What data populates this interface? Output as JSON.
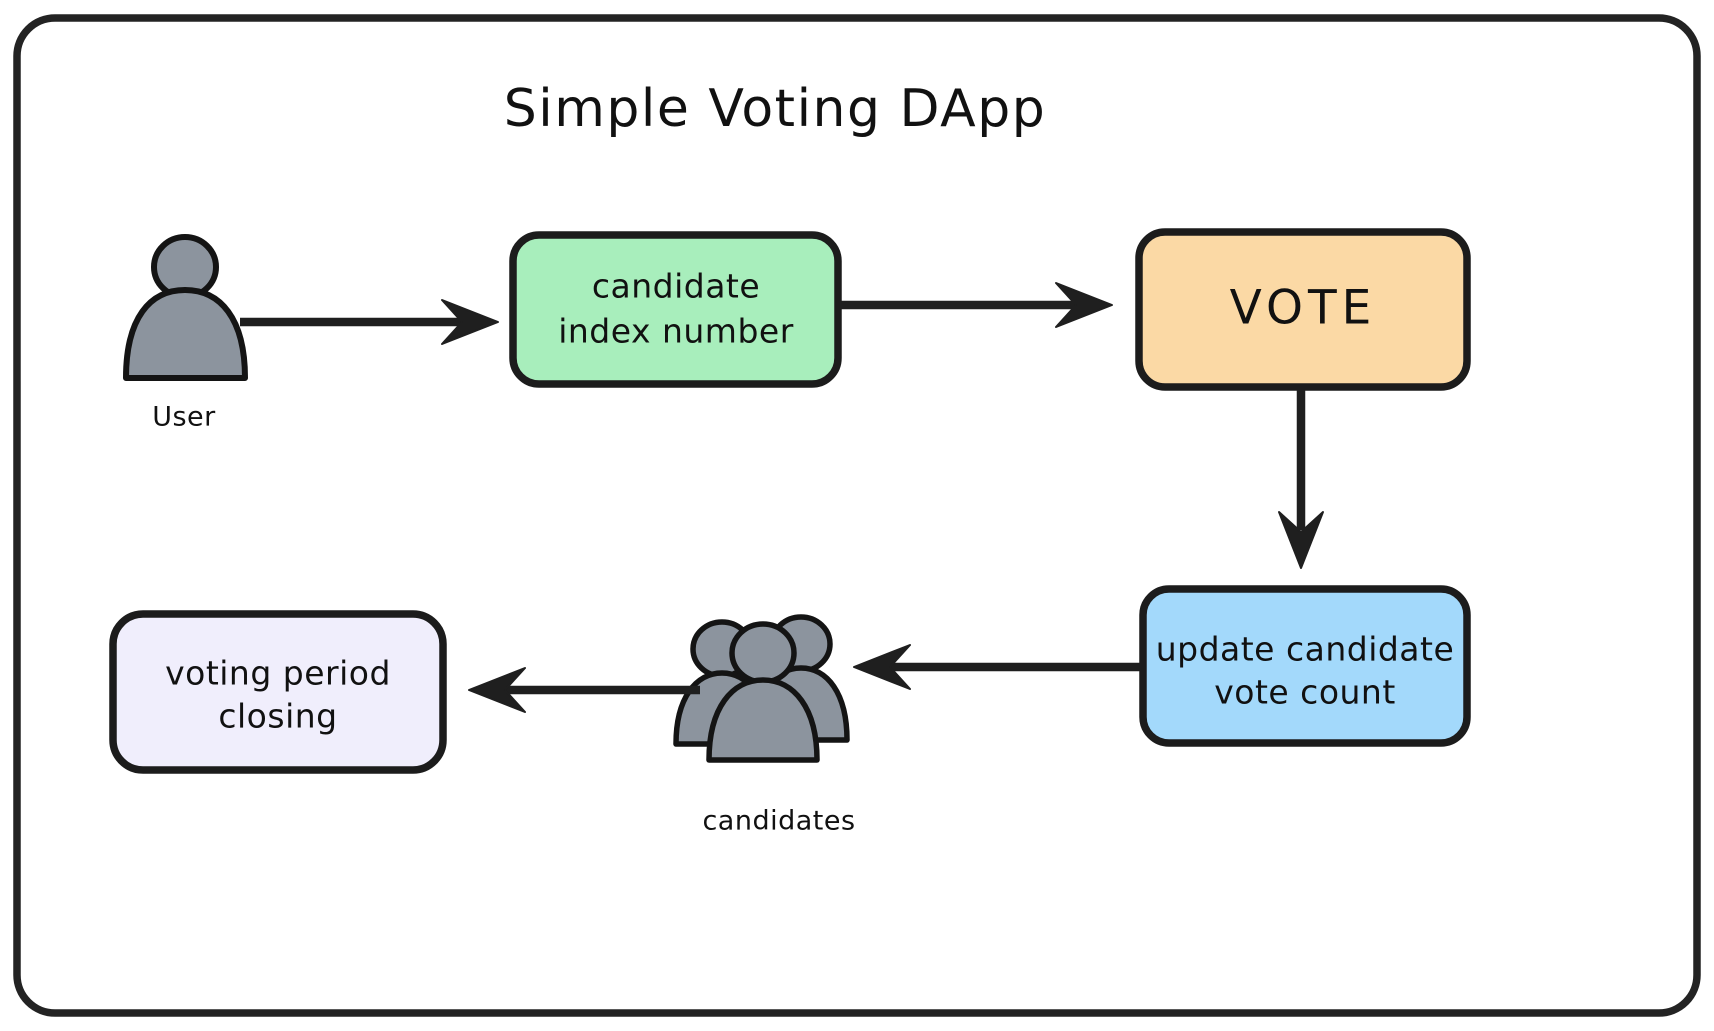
{
  "diagram": {
    "title": "Simple Voting DApp",
    "frame": {
      "border_color": "#232323",
      "background": "#ffffff"
    },
    "nodes": [
      {
        "id": "user",
        "type": "actor-icon",
        "icon": "single-person-icon",
        "label": "User",
        "fill": "#8c949e",
        "stroke": "#141414"
      },
      {
        "id": "candidate-index",
        "type": "box",
        "lines": [
          "candidate",
          "index number"
        ],
        "fill": "#a8eebc",
        "stroke": "#1c1c1c"
      },
      {
        "id": "vote",
        "type": "box",
        "lines": [
          "VOTE"
        ],
        "fill": "#fbd9a5",
        "stroke": "#1c1c1c"
      },
      {
        "id": "update-count",
        "type": "box",
        "lines": [
          "update candidate",
          "vote count"
        ],
        "fill": "#a3d9fb",
        "stroke": "#1c1c1c"
      },
      {
        "id": "candidates",
        "type": "actor-icon",
        "icon": "people-group-icon",
        "label": "candidates",
        "fill": "#8c949e",
        "stroke": "#141414"
      },
      {
        "id": "voting-period-closing",
        "type": "box",
        "lines": [
          "voting period",
          "closing"
        ],
        "fill": "#f0eefc",
        "stroke": "#1c1c1c"
      }
    ],
    "edges": [
      {
        "id": "edge-user-to-candidate-index",
        "from": "user",
        "to": "candidate-index",
        "direction": "right"
      },
      {
        "id": "edge-candidate-index-to-vote",
        "from": "candidate-index",
        "to": "vote",
        "direction": "right"
      },
      {
        "id": "edge-vote-to-update-count",
        "from": "vote",
        "to": "update-count",
        "direction": "down"
      },
      {
        "id": "edge-update-count-to-candidates",
        "from": "update-count",
        "to": "candidates",
        "direction": "left"
      },
      {
        "id": "edge-candidates-to-voting-period-closing",
        "from": "candidates",
        "to": "voting-period-closing",
        "direction": "left"
      }
    ]
  }
}
